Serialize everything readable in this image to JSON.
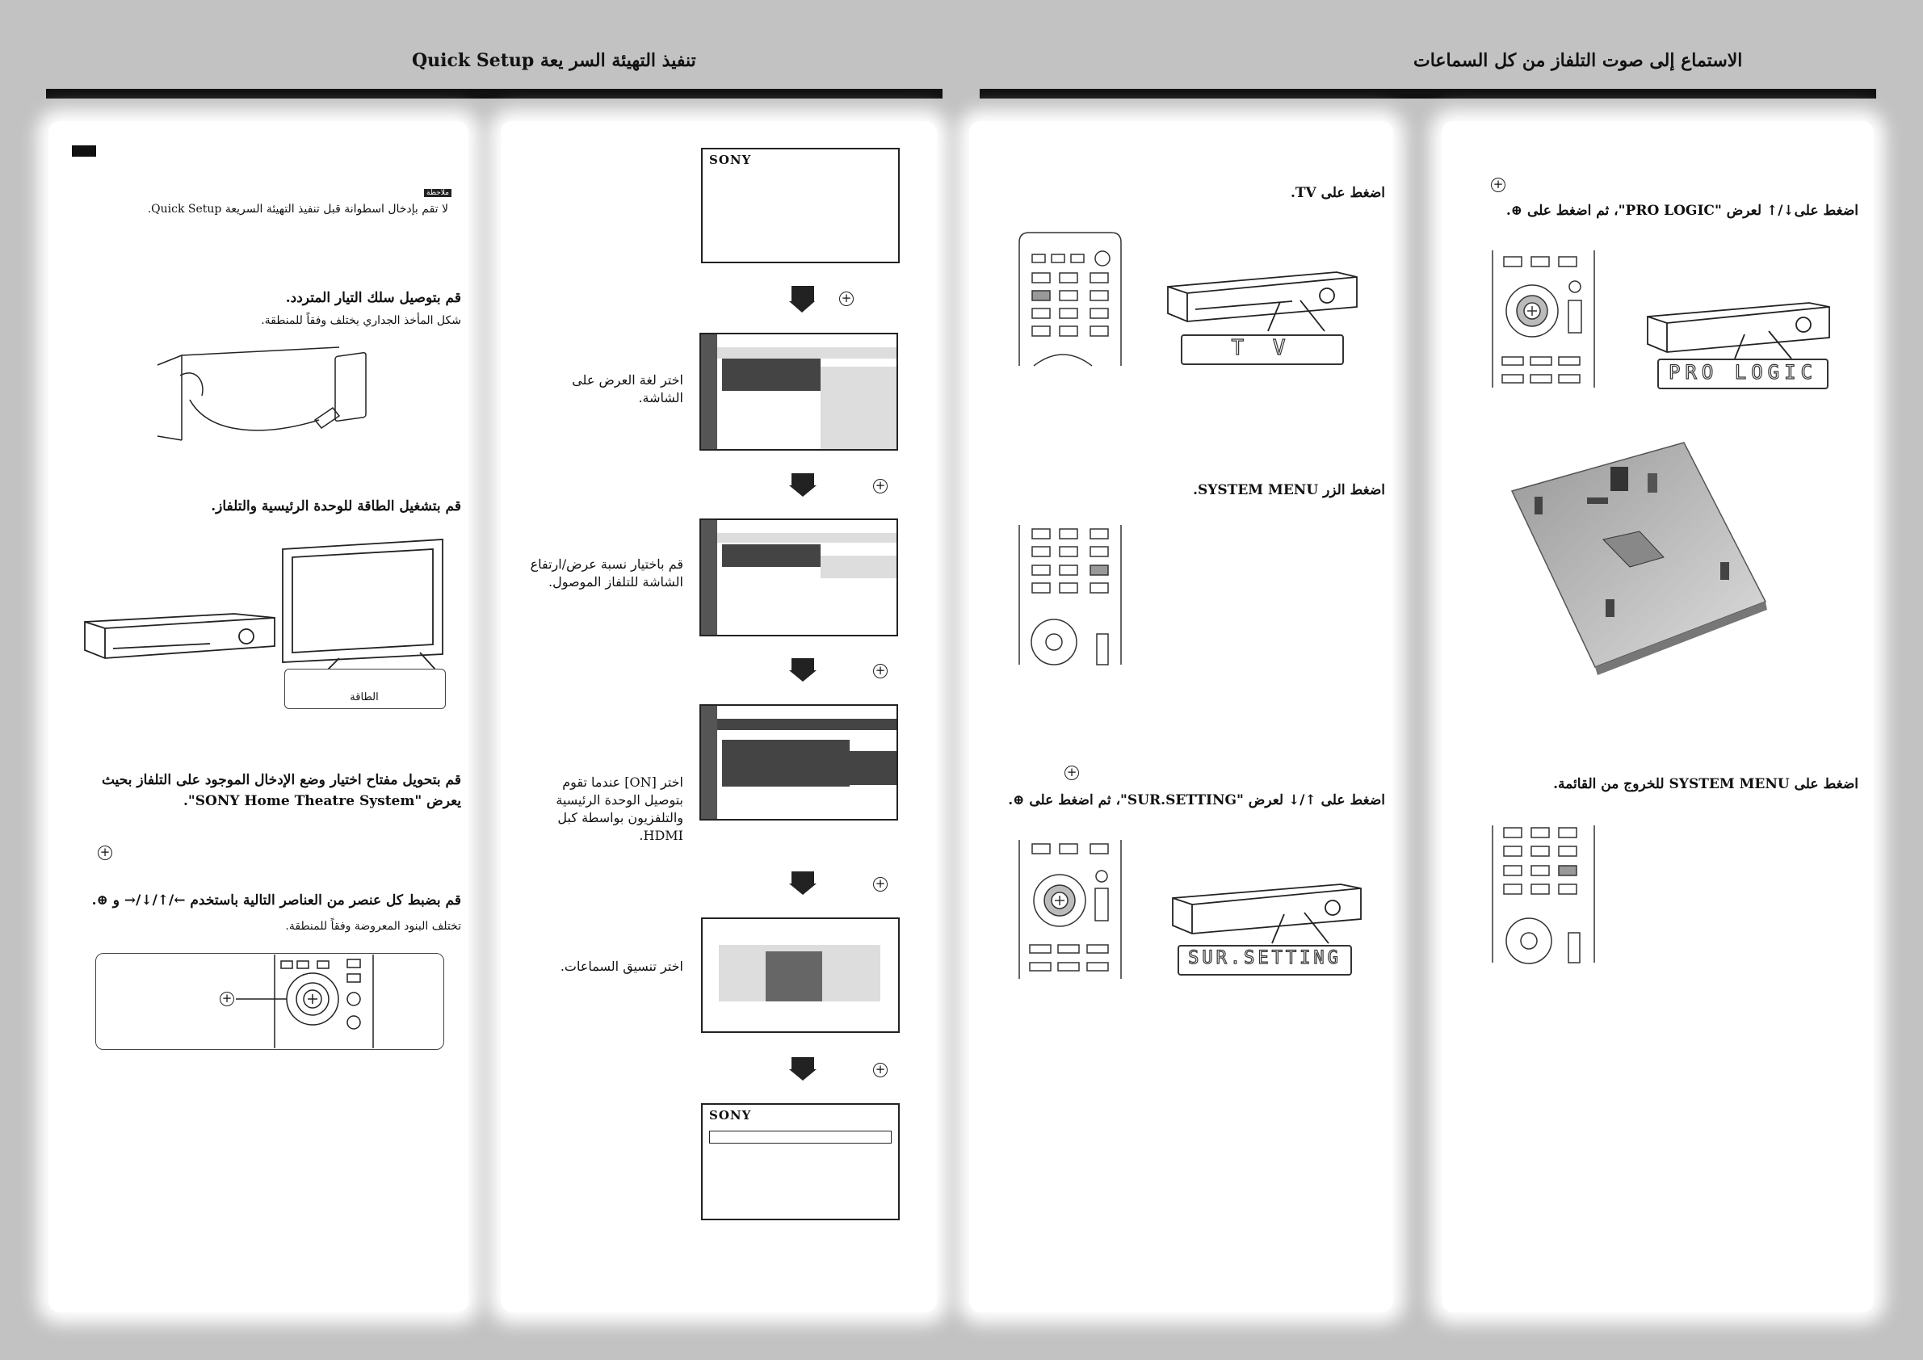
{
  "headers": {
    "left": "تنفيذ التهيئة السر يعة Quick Setup",
    "right": "الاستماع إلى صوت التلفاز من كل السماعات"
  },
  "col1": {
    "note_badge": "ملاحظة",
    "note_text": "لا تقم بإدخال اسطوانة قبل تنفيذ التهيئة السريعة Quick Setup.",
    "step_ac_title": "قم بتوصيل سلك التيار المتردد.",
    "step_ac_desc": "شكل المأخذ الجداري يختلف وفقاً للمنطقة.",
    "step_power_title": "قم بتشغيل الطاقة للوحدة الرئيسية والتلفاز.",
    "power_label": "الطاقة",
    "step_input_title_1": "قم بتحويل مفتاح اختيار وضع الإدخال الموجود على التلفاز بحيث",
    "step_input_title_2": "يعرض \"SONY Home Theatre System\".",
    "step_set_title": "قم بضبط كل عنصر من العناصر التالية باستخدم ←/↑/↓/→ و ⊕.",
    "step_set_desc": "تختلف البنود المعروضة وفقاً للمنطقة."
  },
  "col2": {
    "brand": "SONY",
    "brand2": "SONY",
    "choose_language": "اختر لغة العرض على الشاشة.",
    "choose_aspect": "قم باختيار نسبة عرض/ارتفاع الشاشة للتلفاز الموصول.",
    "choose_hdmi": "اختر [ON] عندما تقوم بتوصيل الوحدة الرئيسية والتلفزيون بواسطة كبل HDMI.",
    "choose_speakers": "اختر تنسيق السماعات."
  },
  "col3": {
    "press_tv": "اضغط على TV.",
    "lcd_tv": "T V",
    "press_menu": "اضغط الزر SYSTEM MENU.",
    "press_sur": "اضغط على ↑/↓ لعرض \"SUR.SETTING\"، ثم اضغط على ⊕.",
    "lcd_sur": "SUR.SETTING"
  },
  "col4": {
    "press_pro": "اضغط على↓/↑ لعرض \"PRO LOGIC\"، ثم اضغط على ⊕.",
    "lcd_pro": "PRO LOGIC",
    "press_exit": "اضغط على SYSTEM MENU للخروج من القائمة."
  },
  "icons": [
    "enter-circle-icon",
    "down-arrow-icon",
    "remote-control",
    "av-receiver",
    "television",
    "wall-outlet",
    "speaker-layout"
  ],
  "colors": {
    "background": "#c2c2c2",
    "ink": "#111111",
    "screen_dark": "#444444"
  }
}
